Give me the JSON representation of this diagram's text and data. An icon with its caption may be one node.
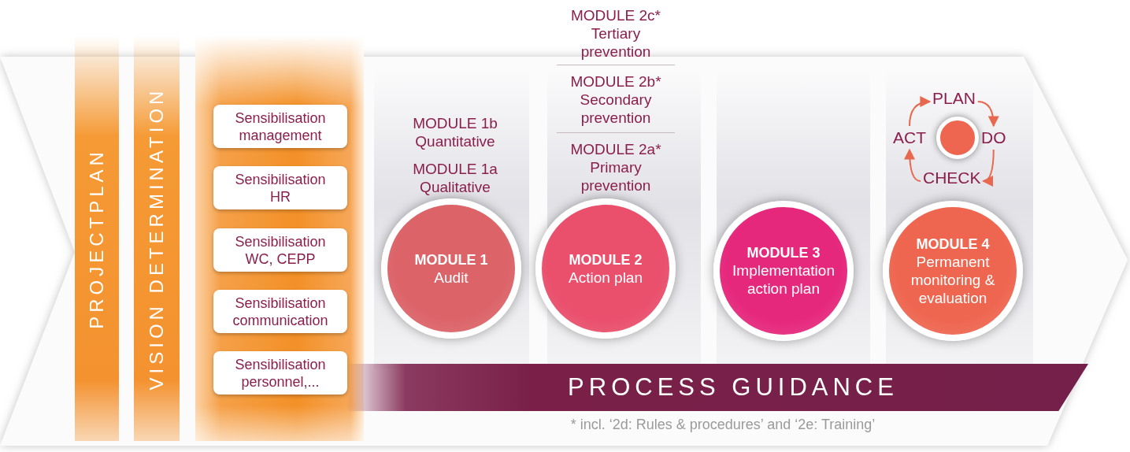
{
  "diagram": {
    "nodes": [
      {
        "text": [
          "PROJECTPLAN"
        ]
      },
      {
        "text": [
          "VISION DETERMINATION"
        ]
      },
      {
        "text": [],
        "shape": "bar"
      },
      {
        "text": [
          "Sensibilisation management"
        ],
        "in": 2
      },
      {
        "text": [
          "Sensibilisation HR"
        ],
        "in": 2
      },
      {
        "text": [
          "Sensibilisation WC, CEPP"
        ],
        "in": 2
      },
      {
        "text": [
          "Sensibilisation communication"
        ],
        "in": 2
      },
      {
        "text": [
          "Sensibilisation personnel,..."
        ],
        "in": 2
      },
      {
        "text": [
          "MODULE 1",
          "Audit"
        ]
      },
      {
        "text": [
          "MODULE 2",
          "Action plan"
        ]
      },
      {
        "text": [
          "MODULE 3",
          "Implementation action plan"
        ]
      },
      {
        "text": [
          "MODULE 4",
          "Permanent monitoring & evaluation"
        ]
      },
      {
        "text": [
          "PLAN"
        ]
      },
      {
        "text": [
          "ACT"
        ]
      },
      {
        "text": [],
        "shape": "circle"
      },
      {
        "text": [
          "DO"
        ]
      },
      {
        "text": [
          "CHECK"
        ]
      },
      {
        "text": [
          "PROCESS GUIDANCE"
        ]
      }
    ],
    "edges": [
      {
        "from": 12,
        "to": 15,
        "arrow": "to"
      },
      {
        "from": 15,
        "to": 16,
        "arrow": "to"
      },
      {
        "from": 16,
        "to": 13,
        "arrow": "to"
      },
      {
        "from": 13,
        "to": 12,
        "arrow": "to"
      }
    ],
    "labels": [
      "MODULE 2c* Tertiary prevention",
      "MODULE 1b Quantitative",
      "MODULE 2b* Secondary prevention",
      "MODULE 1a Qualitative",
      "MODULE 2a* Primary prevention",
      "* incl. ‘2d: Rules & procedures’ and ‘2e: Training’"
    ]
  }
}
